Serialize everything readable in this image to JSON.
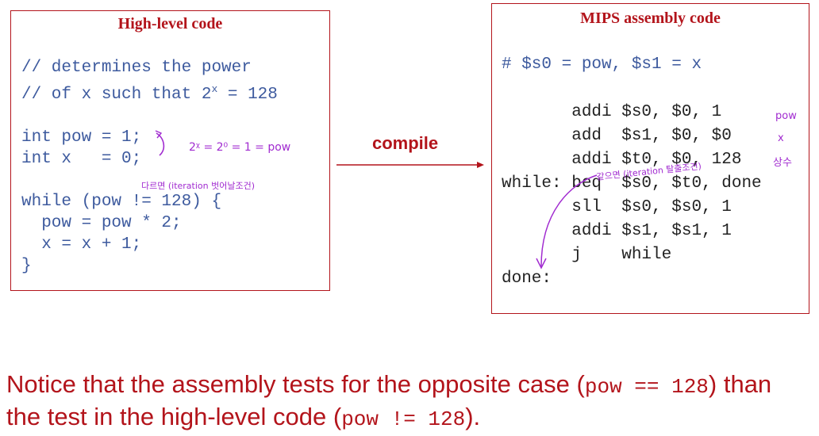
{
  "high_level": {
    "title": "High-level code",
    "lines": [
      "// determines the power",
      "// of x such that 2",
      " = 128",
      "int pow = 1;",
      "int x   = 0;",
      "while (pow != 128) {",
      "  pow = pow * 2;",
      "  x = x + 1;",
      "}"
    ],
    "superscript": "x"
  },
  "compile_label": "compile",
  "mips": {
    "title": "MIPS assembly code",
    "comment": "# $s0 = pow, $s1 = x",
    "lines": [
      "       addi $s0, $0, 1",
      "       add  $s1, $0, $0",
      "       addi $t0, $0, 128",
      "while: beq  $s0, $t0, done",
      "       sll  $s0, $s0, 1",
      "       addi $s1, $s1, 1",
      "       j    while",
      "done:"
    ]
  },
  "handwritten_notes": {
    "equation": "2ᵡ = 2⁰ = 1 = pow",
    "while_note": "다르면 (iteration 벗어날조건)",
    "beq_note": "같으면 (iteration 탈출조건)",
    "pow_label": "pow",
    "x_label": "x",
    "const_label": "상수"
  },
  "note": {
    "part1": "Notice that the assembly tests for the opposite case (",
    "code1": "pow == 128",
    "part2": ") than the test in the high-level code (",
    "code2": "pow != 128",
    "part3": ")."
  },
  "colors": {
    "accent": "#b3141b",
    "code_blue": "#3d5a9e",
    "annotation_purple": "#a12bd0"
  }
}
